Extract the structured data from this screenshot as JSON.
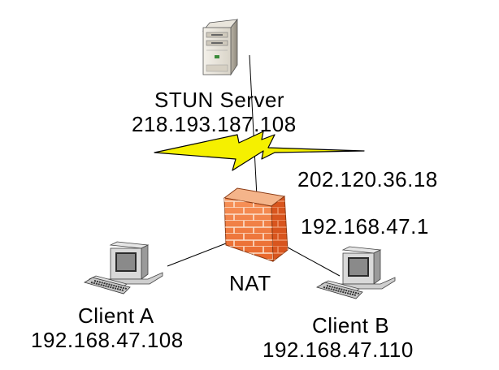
{
  "server": {
    "name": "STUN Server",
    "ip": "218.193.187.108",
    "icon": "server-tower-icon"
  },
  "nat": {
    "name": "NAT",
    "public_ip": "202.120.36.18",
    "private_ip": "192.168.47.1",
    "icon": "firewall-icon"
  },
  "clients": [
    {
      "name": "Client A",
      "ip": "192.168.47.108",
      "icon": "desktop-computer-icon"
    },
    {
      "name": "Client B",
      "ip": "192.168.47.110",
      "icon": "desktop-computer-icon"
    }
  ],
  "colors": {
    "lightning": "#f5f000",
    "firewall": "#f07a3a",
    "firewall_dark": "#b84a18",
    "line": "#000000"
  }
}
